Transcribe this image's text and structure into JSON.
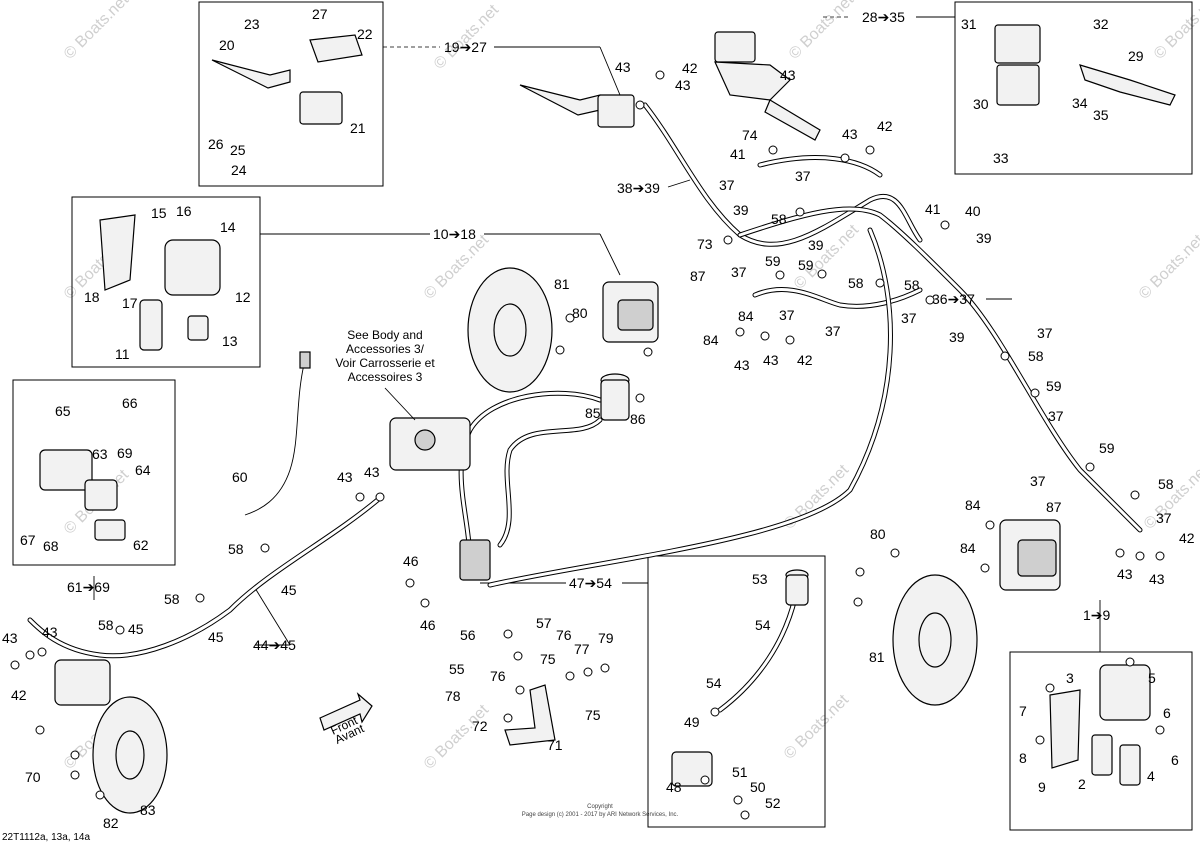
{
  "watermarks": [
    "© Boats.net",
    "© Boats.net",
    "© Boats.net",
    "© Boats.net",
    "© Boats.net",
    "© Boats.net",
    "© Boats.net",
    "© Boats.net",
    "© Boats.net",
    "© Boats.net",
    "© Boats.net",
    "© Boats.net",
    "© Boats.net",
    "© Boats.net"
  ],
  "body_note": [
    "See Body and",
    "Accessories 3/",
    "Voir Carrosserie et",
    "Accessoires 3"
  ],
  "front_label": [
    "Front",
    "Avant"
  ],
  "copyright": [
    "Copyright",
    "Page design (c) 2001 - 2017 by ARI Network Services, Inc."
  ],
  "diagram_code": "22T1112a, 13a, 14a",
  "range_labels": [
    "28➔35",
    "19➔27",
    "10➔18",
    "38➔39",
    "36➔37",
    "61➔69",
    "44➔45",
    "47➔54",
    "1➔9"
  ],
  "callouts": [
    "20",
    "23",
    "27",
    "22",
    "26",
    "25",
    "21",
    "24",
    "15",
    "16",
    "14",
    "18",
    "17",
    "12",
    "11",
    "13",
    "65",
    "66",
    "63",
    "69",
    "64",
    "67",
    "68",
    "62",
    "31",
    "32",
    "29",
    "30",
    "34",
    "35",
    "33",
    "43",
    "42",
    "43",
    "43",
    "43",
    "42",
    "74",
    "41",
    "37",
    "37",
    "58",
    "39",
    "39",
    "73",
    "41",
    "40",
    "39",
    "87",
    "37",
    "59",
    "59",
    "58",
    "58",
    "81",
    "80",
    "84",
    "84",
    "43",
    "42",
    "43",
    "37",
    "37",
    "37",
    "39",
    "37",
    "58",
    "59",
    "37",
    "59",
    "37",
    "58",
    "37",
    "84",
    "87",
    "84",
    "80",
    "43",
    "43",
    "42",
    "81",
    "60",
    "43",
    "43",
    "58",
    "45",
    "58",
    "45",
    "58",
    "45",
    "43",
    "43",
    "42",
    "70",
    "82",
    "83",
    "85",
    "86",
    "46",
    "46",
    "56",
    "57",
    "55",
    "76",
    "76",
    "77",
    "79",
    "75",
    "78",
    "72",
    "75",
    "71",
    "53",
    "54",
    "54",
    "49",
    "48",
    "51",
    "50",
    "52",
    "3",
    "5",
    "7",
    "6",
    "8",
    "9",
    "2",
    "4",
    "6"
  ]
}
